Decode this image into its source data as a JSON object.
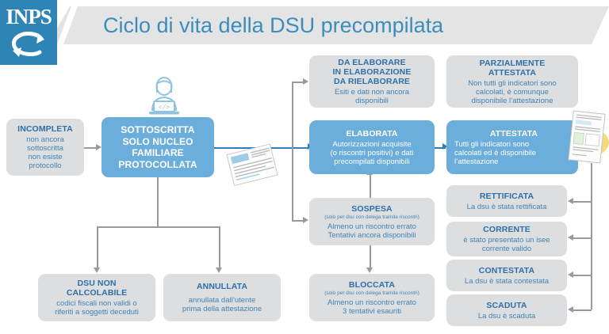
{
  "header": {
    "logo_text": "INPS",
    "logo_icon": "inps-swoosh-icon",
    "title": "Ciclo di vita della DSU precompilata"
  },
  "colors": {
    "brand_blue": "#2E84B5",
    "node_blue": "#6CAEDB",
    "node_gray": "#DCDEE0",
    "title_blue": "#3C8DBC",
    "label_blue": "#2E6FA8",
    "body_blue": "#4383B5",
    "connector_gray": "#9A9A9A",
    "highlight_yellow": "#F5D97A",
    "header_band": "#E4E4E4"
  },
  "nodes": {
    "incompleta": {
      "title": "INCOMPLETA",
      "lines": [
        "non ancora",
        "sottoscritta",
        "non esiste",
        "protocollo"
      ]
    },
    "sottoscritta": {
      "lines": [
        "SOTTOSCRITTA",
        "SOLO NUCLEO",
        "FAMILIARE",
        "PROTOCOLLATA"
      ]
    },
    "da_elaborare": {
      "title_lines": [
        "DA ELABORARE",
        "IN ELABORAZIONE",
        "DA RIELABORARE"
      ],
      "lines": [
        "Esiti e dati non ancora",
        "disponibili"
      ]
    },
    "parzialmente_attestata": {
      "title_lines": [
        "PARZIALMENTE",
        "ATTESTATA"
      ],
      "lines": [
        "Non tutti gli indicatori sono",
        "calcolati, è comunque",
        "disponibile l’attestazione"
      ]
    },
    "elaborata": {
      "title": "ELABORATA",
      "lines": [
        "Autorizzazioni acquisite",
        "(o riscontri positivi) e dati",
        "precompilati disponibili"
      ]
    },
    "attestata": {
      "title": "ATTESTATA",
      "lines": [
        "Tutti gli indicatori sono",
        "calcolati ed è disponibile",
        "l’attestazione"
      ]
    },
    "sospesa": {
      "title": "SOSPESA",
      "note": "(solo per dsu con delega tramite riscontri)",
      "lines": [
        "Almeno un riscontro errato",
        "Tentativi ancora disponibili"
      ]
    },
    "bloccata": {
      "title": "BLOCCATA",
      "note": "(solo per dsu con delega tramite riscontri)",
      "lines": [
        "Almeno un riscontro errato",
        "3 tentativi esauriti"
      ]
    },
    "rettificata": {
      "title": "RETTIFICATA",
      "lines": [
        "La dsu è stata rettificata"
      ]
    },
    "corrente": {
      "title": "CORRENTE",
      "lines": [
        "è stato presentato un isee",
        "corrente valido"
      ]
    },
    "contestata": {
      "title": "CONTESTATA",
      "lines": [
        "La dsu è stata contestata"
      ]
    },
    "scaduta": {
      "title": "SCADUTA",
      "lines": [
        "La dsu è scaduta"
      ]
    },
    "dsu_non_calcolabile": {
      "title_lines": [
        "DSU NON",
        "CALCOLABILE"
      ],
      "lines": [
        "codici fiscali non validi o",
        "riferiti a soggetti deceduti"
      ]
    },
    "annullata": {
      "title": "ANNULLATA",
      "lines": [
        "annullata dall’utente",
        "prima della attestazione"
      ]
    }
  },
  "decorations": {
    "person_icon": "person-at-laptop-code-icon",
    "document_tilt_icon": "dsu-form-document-icon",
    "attestation_doc_icon": "attestation-document-icon"
  }
}
